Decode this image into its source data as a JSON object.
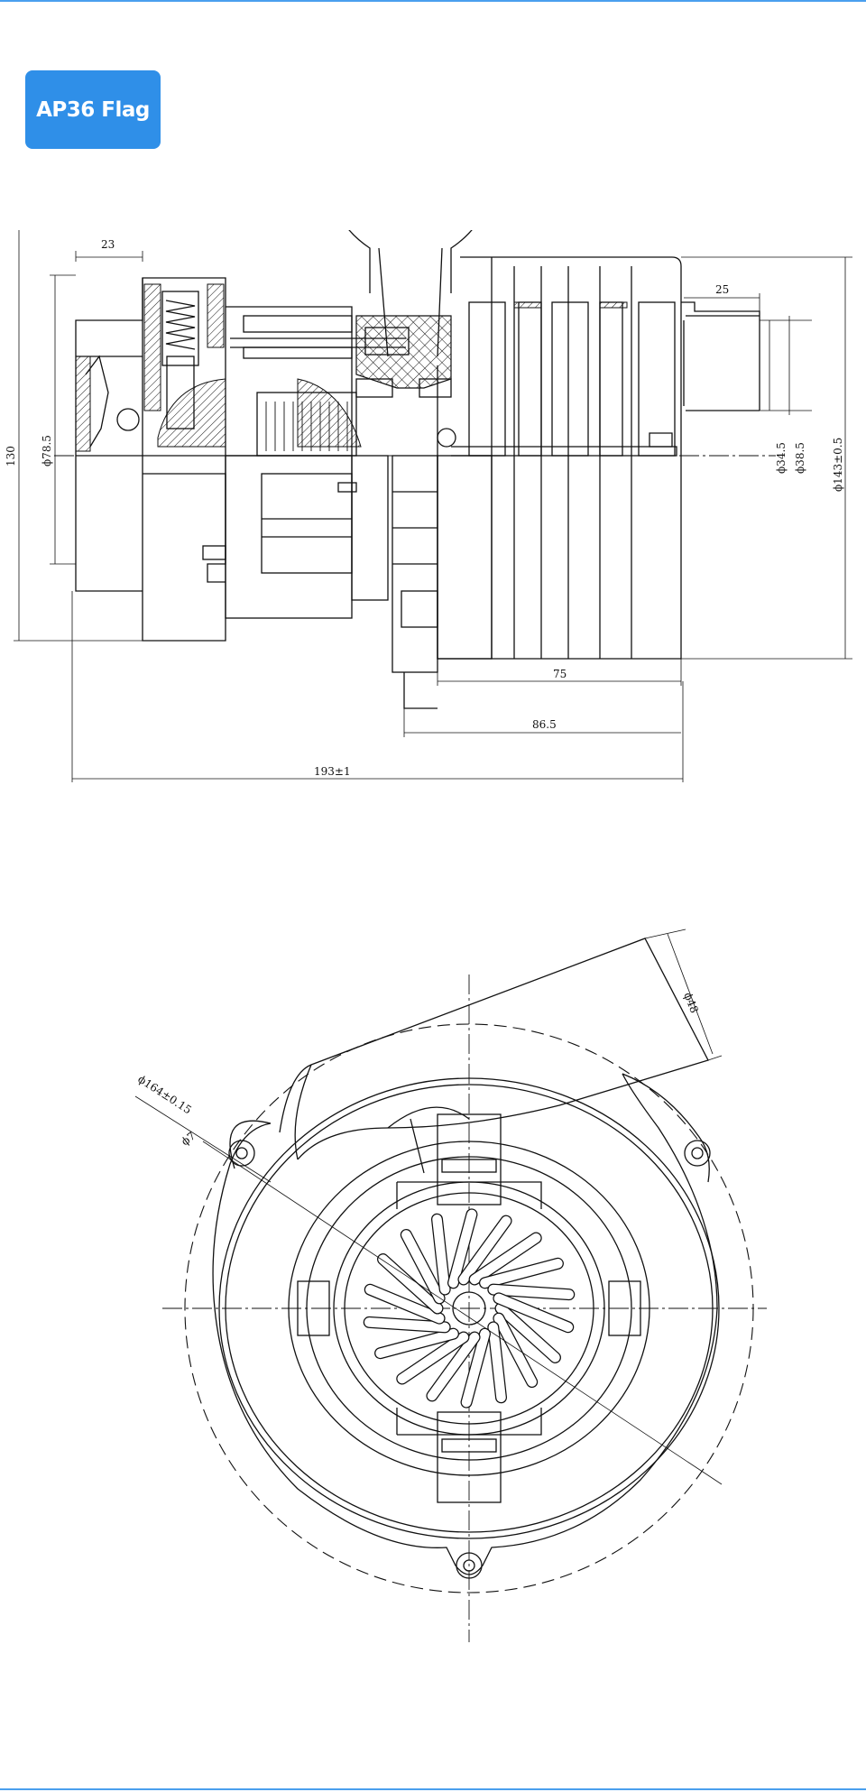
{
  "page": {
    "accent_color": "#2f8fe8",
    "rule_color": "#4a9fee"
  },
  "badge": {
    "label": "AP36 Flag"
  },
  "side_view": {
    "dimensions": {
      "d23": "23",
      "d130": "130",
      "dia78_5": "ϕ78.5",
      "d25": "25",
      "dia34_5": "ϕ34.5",
      "dia38_5": "ϕ38.5",
      "dia143": "ϕ143±0.5",
      "d75": "75",
      "d86_5": "86.5",
      "d193": "193±1"
    }
  },
  "front_view": {
    "dimensions": {
      "dia48": "ϕ48",
      "dia164": "ϕ164±0.15",
      "dia7": "ϕ7"
    }
  }
}
